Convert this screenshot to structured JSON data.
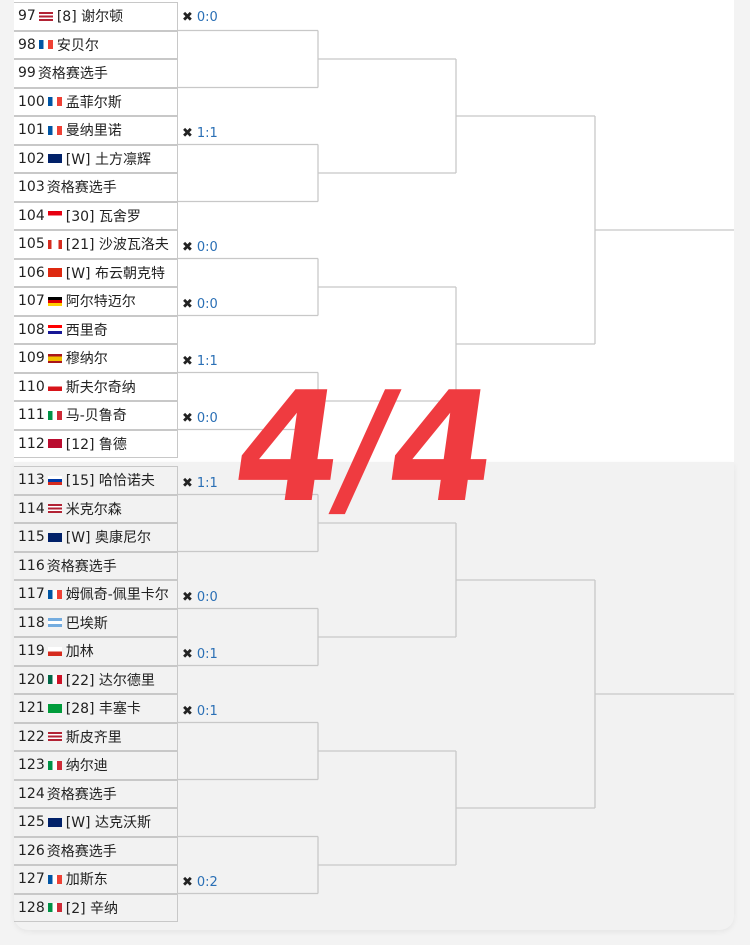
{
  "matches_top": [
    {
      "a": {
        "num": "97",
        "flag": "us",
        "name": "[8] 谢尔顿"
      },
      "b": {
        "num": "98",
        "flag": "fr",
        "name": "安贝尔"
      },
      "h2h": "0:0"
    },
    {
      "a": {
        "num": "99",
        "flag": "none",
        "name": "资格赛选手"
      },
      "b": {
        "num": "100",
        "flag": "fr",
        "name": "孟菲尔斯"
      },
      "h2h": ""
    },
    {
      "a": {
        "num": "101",
        "flag": "fr",
        "name": "曼纳里诺"
      },
      "b": {
        "num": "102",
        "flag": "au",
        "name": "[W] 土方凛辉"
      },
      "h2h": "1:1"
    },
    {
      "a": {
        "num": "103",
        "flag": "none",
        "name": "资格赛选手"
      },
      "b": {
        "num": "104",
        "flag": "id",
        "name": "[30] 瓦舍罗"
      },
      "h2h": ""
    },
    {
      "a": {
        "num": "105",
        "flag": "ca",
        "name": "[21] 沙波瓦洛夫"
      },
      "b": {
        "num": "106",
        "flag": "cn",
        "name": "[W] 布云朝克特"
      },
      "h2h": "0:0"
    },
    {
      "a": {
        "num": "107",
        "flag": "de",
        "name": "阿尔特迈尔"
      },
      "b": {
        "num": "108",
        "flag": "hr",
        "name": "西里奇"
      },
      "h2h": "0:0"
    },
    {
      "a": {
        "num": "109",
        "flag": "es",
        "name": "穆纳尔"
      },
      "b": {
        "num": "110",
        "flag": "cz",
        "name": "斯夫尔奇纳"
      },
      "h2h": "1:1"
    },
    {
      "a": {
        "num": "111",
        "flag": "it",
        "name": "马-贝鲁奇"
      },
      "b": {
        "num": "112",
        "flag": "no",
        "name": "[12] 鲁德"
      },
      "h2h": "0:0"
    }
  ],
  "matches_bottom": [
    {
      "a": {
        "num": "113",
        "flag": "ru",
        "name": "[15] 哈恰诺夫"
      },
      "b": {
        "num": "114",
        "flag": "us",
        "name": "米克尔森"
      },
      "h2h": "1:1"
    },
    {
      "a": {
        "num": "115",
        "flag": "au",
        "name": "[W] 奥康尼尔"
      },
      "b": {
        "num": "116",
        "flag": "none",
        "name": "资格赛选手"
      },
      "h2h": ""
    },
    {
      "a": {
        "num": "117",
        "flag": "fr",
        "name": "姆佩奇-佩里卡尔"
      },
      "b": {
        "num": "118",
        "flag": "ar",
        "name": "巴埃斯"
      },
      "h2h": "0:0"
    },
    {
      "a": {
        "num": "119",
        "flag": "cl",
        "name": "加林"
      },
      "b": {
        "num": "120",
        "flag": "mx",
        "name": "[22] 达尔德里"
      },
      "h2h": "0:1"
    },
    {
      "a": {
        "num": "121",
        "flag": "br",
        "name": "[28] 丰塞卡"
      },
      "b": {
        "num": "122",
        "flag": "us",
        "name": "斯皮齐里"
      },
      "h2h": "0:1"
    },
    {
      "a": {
        "num": "123",
        "flag": "it",
        "name": "纳尔迪"
      },
      "b": {
        "num": "124",
        "flag": "none",
        "name": "资格赛选手"
      },
      "h2h": ""
    },
    {
      "a": {
        "num": "125",
        "flag": "au",
        "name": "[W] 达克沃斯"
      },
      "b": {
        "num": "126",
        "flag": "none",
        "name": "资格赛选手"
      },
      "h2h": ""
    },
    {
      "a": {
        "num": "127",
        "flag": "fr",
        "name": "加斯东"
      },
      "b": {
        "num": "128",
        "flag": "it",
        "name": "[2] 辛纳"
      },
      "h2h": "0:2"
    }
  ],
  "overlay_text": "4/4",
  "colors": {
    "score": "#2a6fb5",
    "overlay": "#ef3b40",
    "line": "#c8c8c8"
  }
}
